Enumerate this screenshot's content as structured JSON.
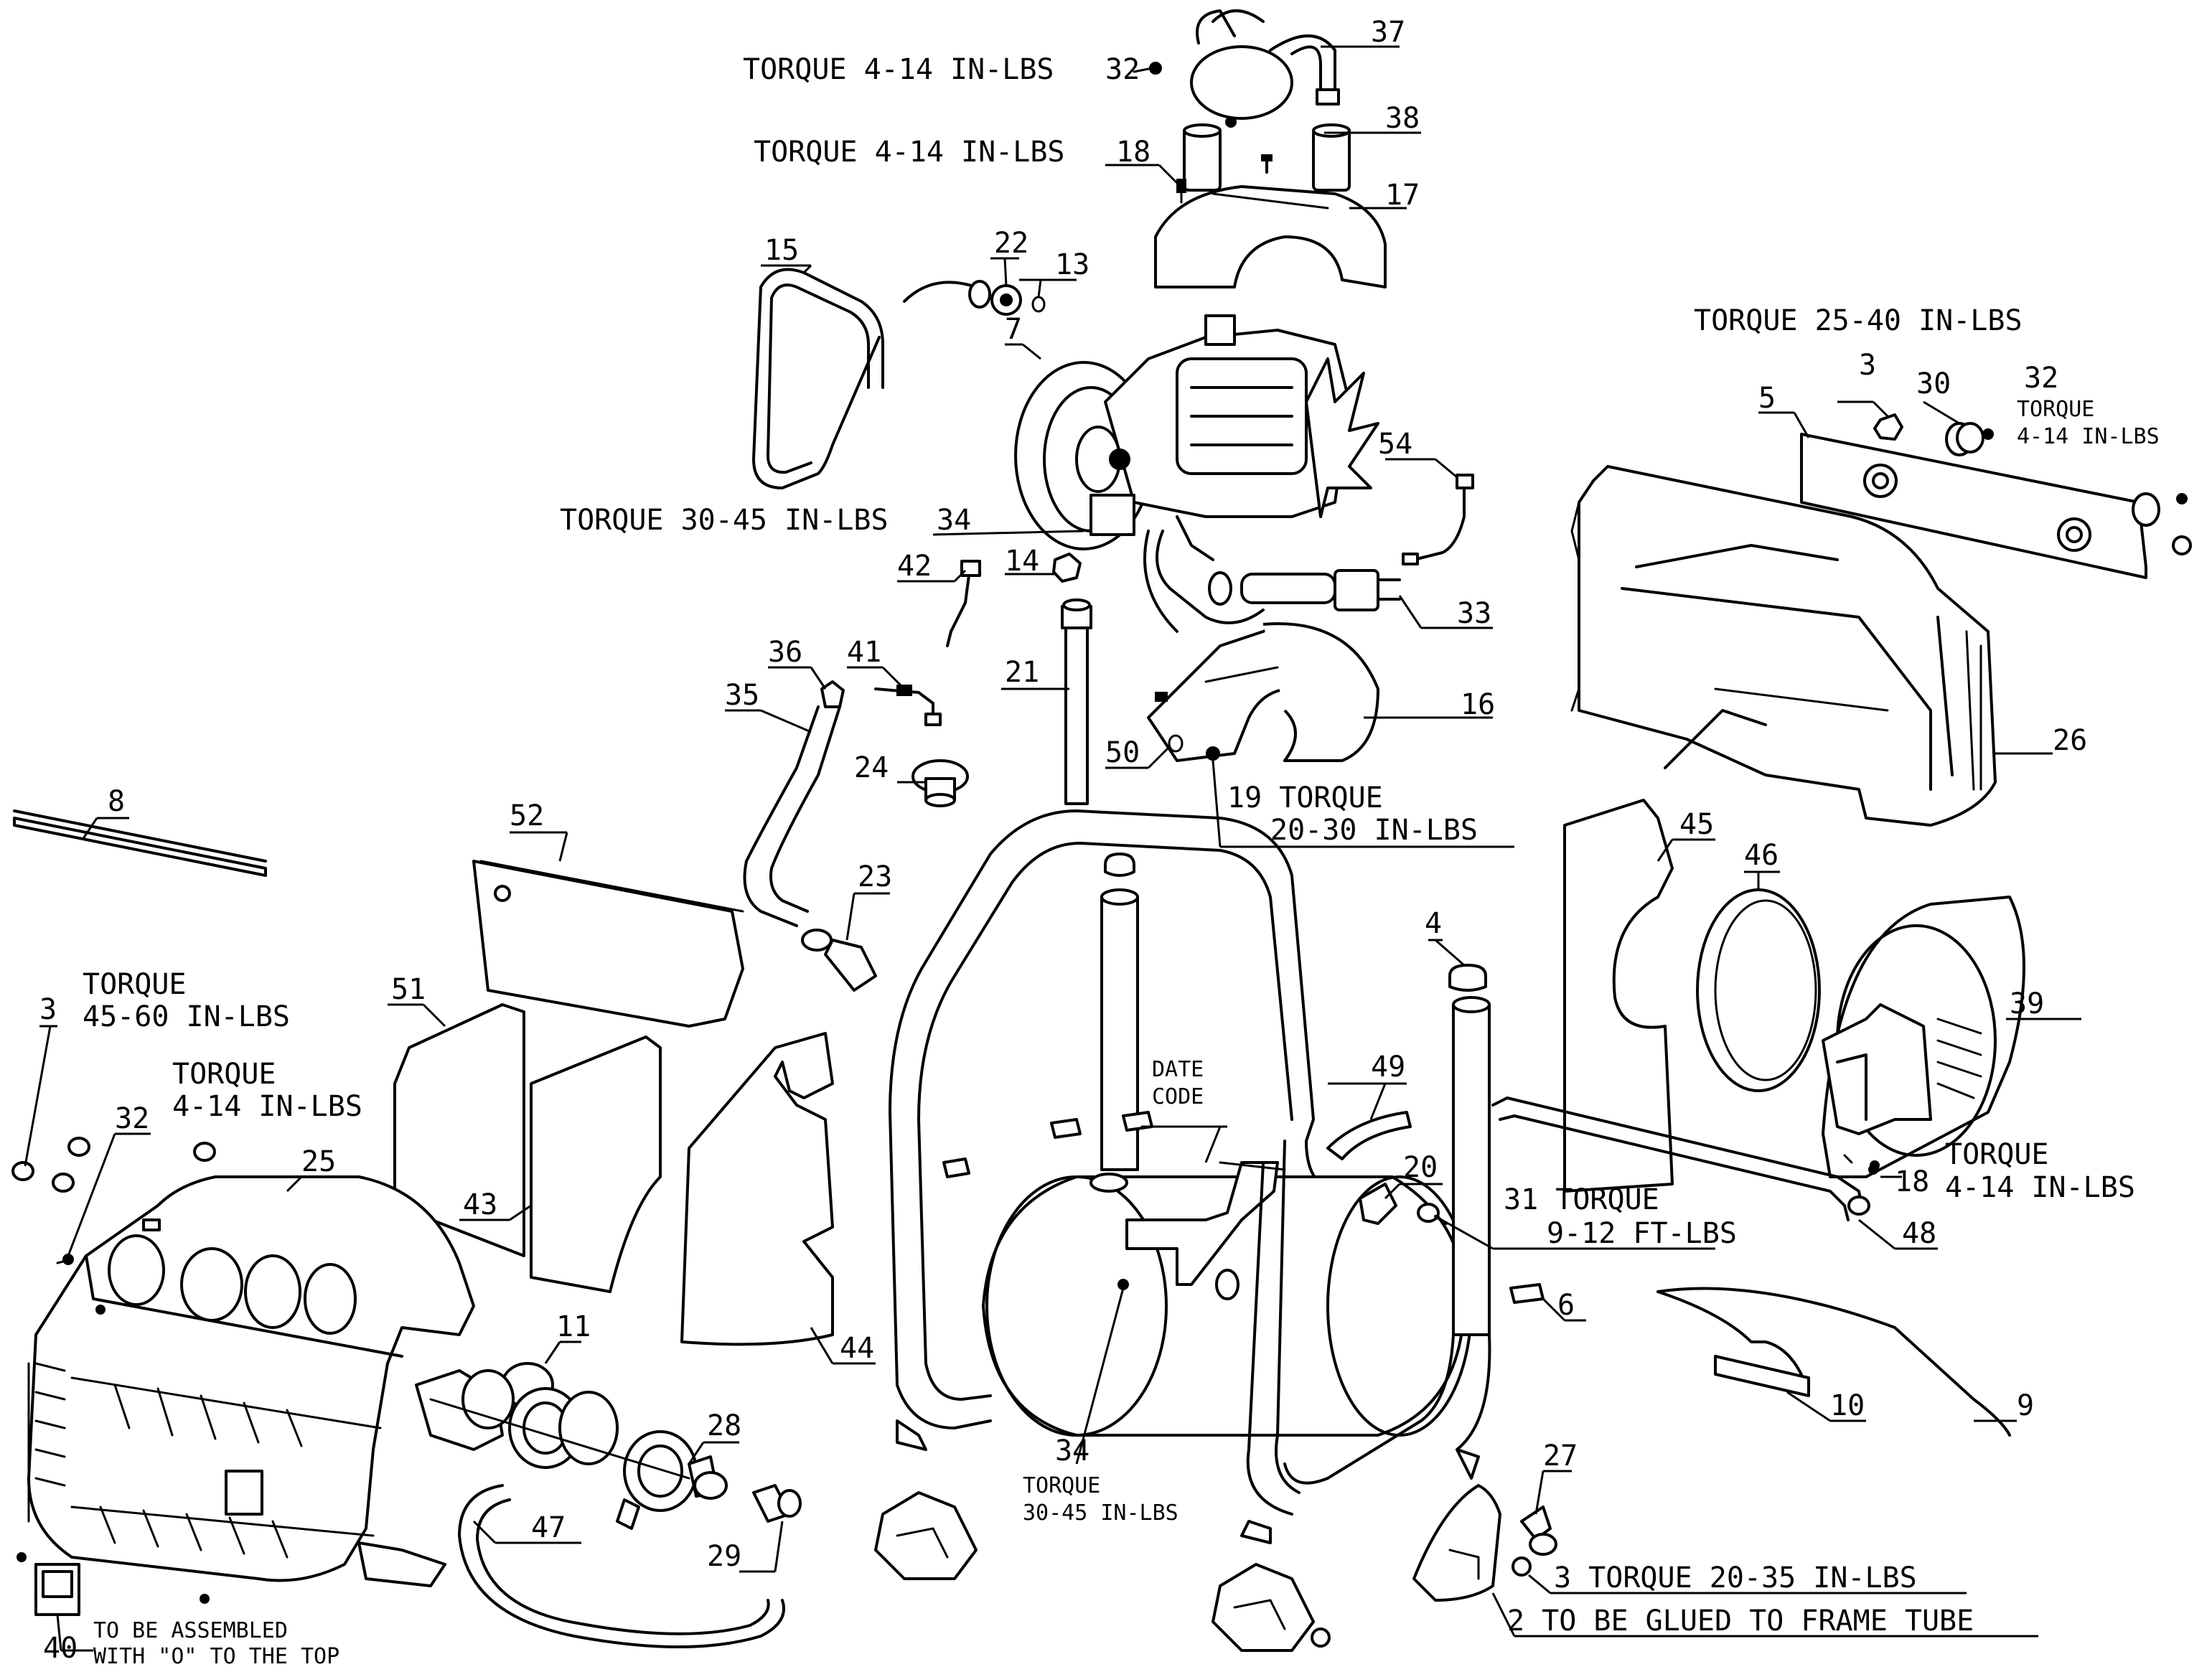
{
  "annotations": {
    "t37": "37",
    "t32top": "32",
    "torque_4_14_a": "TORQUE 4-14 IN-LBS",
    "t38": "38",
    "torque_4_14_b": "TORQUE 4-14 IN-LBS",
    "t18top": "18",
    "t17": "17",
    "t15": "15",
    "t22": "22",
    "t13": "13",
    "t7": "7",
    "torque_25_40": "TORQUE 25-40 IN-LBS",
    "t3top": "3",
    "t30": "30",
    "t32right": "32",
    "torque_right_1": "TORQUE",
    "torque_right_2": "4-14 IN-LBS",
    "t5": "5",
    "t54": "54",
    "torque_30_45_a": "TORQUE 30-45 IN-LBS",
    "t34top": "34",
    "t42": "42",
    "t14": "14",
    "t33": "33",
    "t21": "21",
    "t36": "36",
    "t41": "41",
    "t35": "35",
    "t16": "16",
    "t26": "26",
    "t24": "24",
    "t50": "50",
    "t19": "19 TORQUE",
    "torque_20_30": "20-30 IN-LBS",
    "t8": "8",
    "t52": "52",
    "t23": "23",
    "t45": "45",
    "t46": "46",
    "t4": "4",
    "t3left": "3",
    "torque_left_1": "TORQUE",
    "torque_left_2": "45-60 IN-LBS",
    "t51": "51",
    "torque_left_3": "TORQUE",
    "torque_left_4": "4-14 IN-LBS",
    "t32left": "32",
    "t39": "39",
    "date_code_1": "DATE",
    "date_code_2": "CODE",
    "t49": "49",
    "t25": "25",
    "t43": "43",
    "t20": "20",
    "t31": "31 TORQUE",
    "torque_9_12": "9-12 FT-LBS",
    "t18right": "18",
    "torque_right_3": "TORQUE",
    "torque_right_4": "4-14 IN-LBS",
    "t48": "48",
    "t6": "6",
    "t11": "11",
    "t44": "44",
    "t9": "9",
    "t10": "10",
    "t28": "28",
    "t34bottom": "34",
    "torque_bottom_1": "TORQUE",
    "torque_bottom_2": "30-45 IN-LBS",
    "t27": "27",
    "t47": "47",
    "t29": "29",
    "t3bottom": "3 TORQUE 20-35 IN-LBS",
    "t2": "2 TO BE GLUED TO FRAME TUBE",
    "t40": "40",
    "assembled_1": "TO BE ASSEMBLED",
    "assembled_2": "WITH \"O\" TO THE TOP"
  }
}
